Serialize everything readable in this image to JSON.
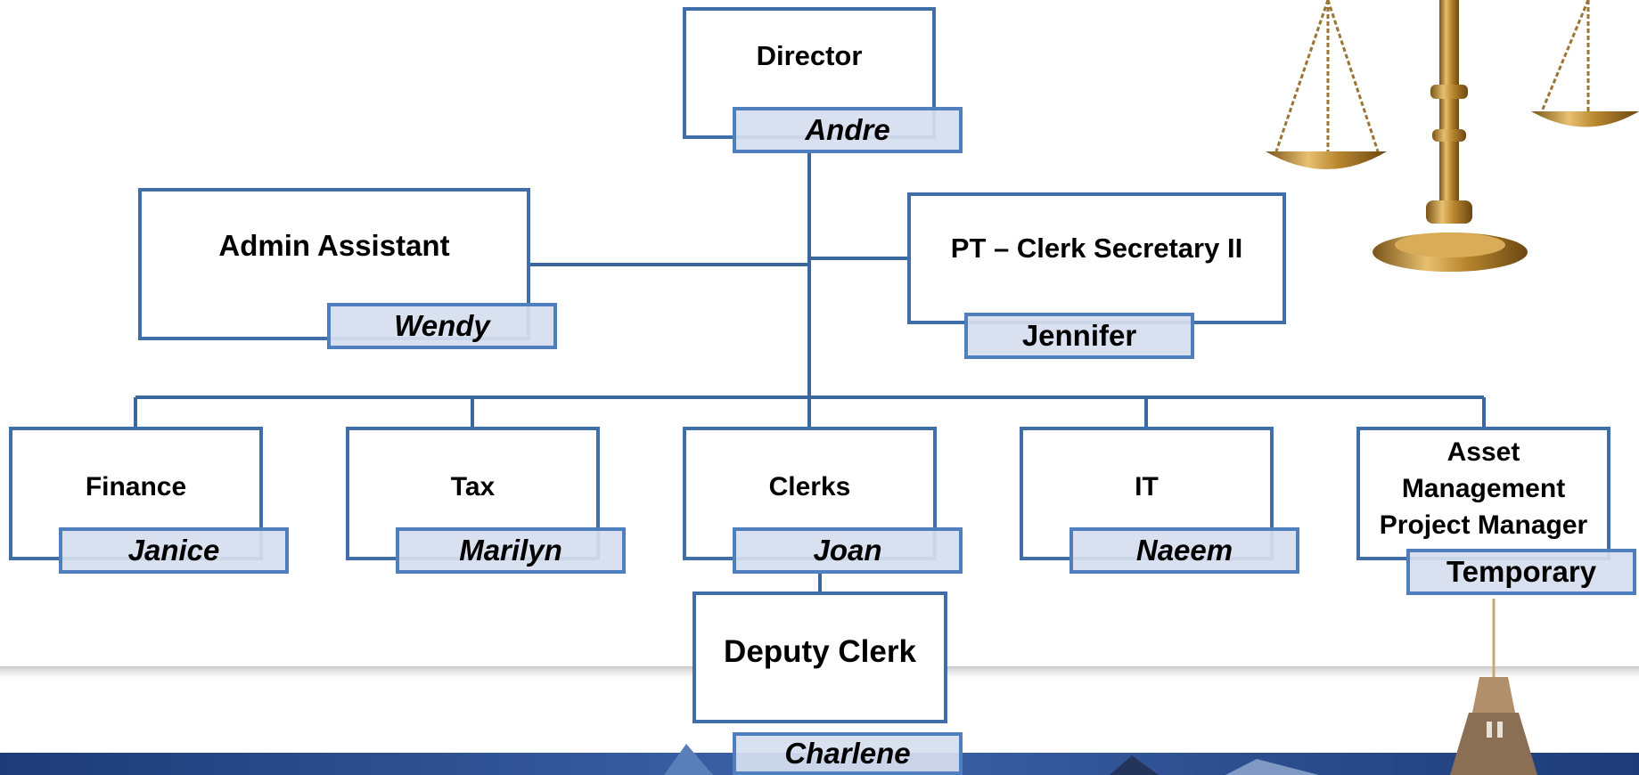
{
  "chart": {
    "director": {
      "title": "Director",
      "name": "Andre"
    },
    "admin_assistant": {
      "title": "Admin Assistant",
      "name": "Wendy"
    },
    "pt_clerk_secretary": {
      "title": "PT – Clerk Secretary II",
      "name": "Jennifer"
    },
    "departments": [
      {
        "title": "Finance",
        "name": "Janice"
      },
      {
        "title": "Tax",
        "name": "Marilyn"
      },
      {
        "title": "Clerks",
        "name": "Joan"
      },
      {
        "title": "IT",
        "name": "Naeem"
      },
      {
        "title_lines": [
          "Asset",
          "Management",
          "Project Manager"
        ],
        "name": "Temporary"
      }
    ],
    "deputy_clerk": {
      "title": "Deputy Clerk",
      "name": "Charlene"
    }
  },
  "colors": {
    "box_border": "#3f6ea8",
    "connector": "#3b679d",
    "name_tag_fill": "#d6deee",
    "name_tag_border": "#4f80bd",
    "footer_band": "#1f3f7a",
    "gold": "#b8862e"
  },
  "decorations": {
    "top_right": "scales-of-justice-image",
    "bottom_band": "blue-government-building-banner"
  }
}
